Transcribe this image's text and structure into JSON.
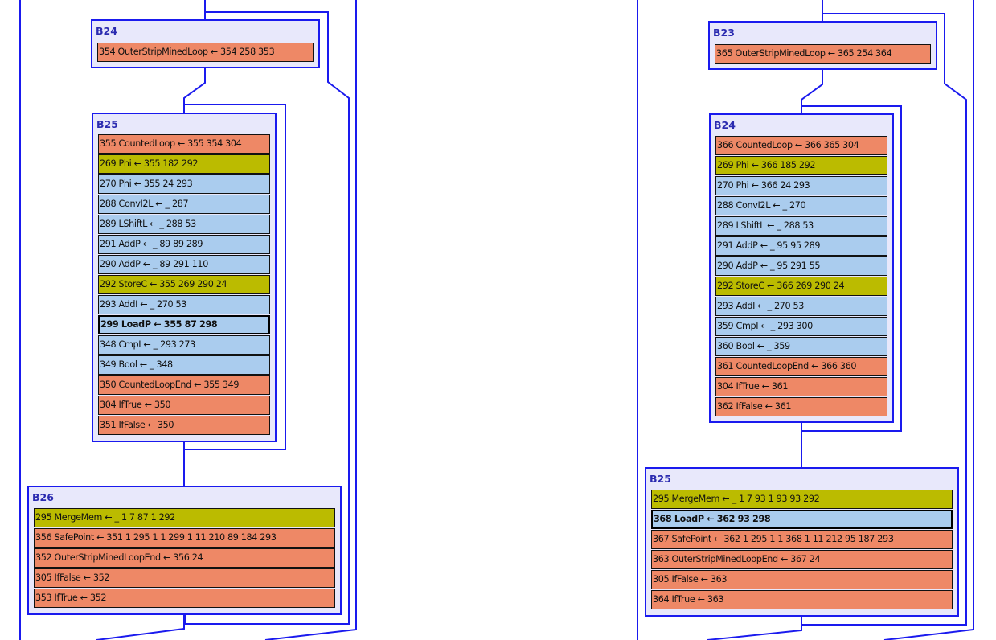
{
  "colors": {
    "edge": "#1a1aee",
    "block_bg": "#e8e8fb",
    "block_title": "#2b2bb0",
    "control": "#ee8866",
    "memory": "#bbbb00",
    "data": "#aaccee"
  },
  "arrow_symbol": "←",
  "graphs": [
    {
      "name": "left",
      "blocks": [
        {
          "id": "B24",
          "nodes": [
            {
              "text": "354 OuterStripMinedLoop ← 354  258  353",
              "kind": "control",
              "selected": false
            }
          ]
        },
        {
          "id": "B25",
          "nodes": [
            {
              "text": "355 CountedLoop ← 355  354  304",
              "kind": "control",
              "selected": false
            },
            {
              "text": "269 Phi ← 355  182  292",
              "kind": "memory",
              "selected": false
            },
            {
              "text": "270 Phi ← 355  24  293",
              "kind": "data",
              "selected": false
            },
            {
              "text": "288 ConvI2L ← _  287",
              "kind": "data",
              "selected": false
            },
            {
              "text": "289 LShiftL ← _  288  53",
              "kind": "data",
              "selected": false
            },
            {
              "text": "291 AddP ← _  89  89  289",
              "kind": "data",
              "selected": false
            },
            {
              "text": "290 AddP ← _  89  291  110",
              "kind": "data",
              "selected": false
            },
            {
              "text": "292 StoreC ← 355  269  290  24",
              "kind": "memory",
              "selected": false
            },
            {
              "text": "293 AddI ← _  270  53",
              "kind": "data",
              "selected": false
            },
            {
              "text": "299 LoadP ← 355  87  298",
              "kind": "data",
              "selected": true
            },
            {
              "text": "348 CmpI ← _  293  273",
              "kind": "data",
              "selected": false
            },
            {
              "text": "349 Bool ← _  348",
              "kind": "data",
              "selected": false
            },
            {
              "text": "350 CountedLoopEnd ← 355  349",
              "kind": "control",
              "selected": false
            },
            {
              "text": "304 IfTrue ← 350",
              "kind": "control",
              "selected": false
            },
            {
              "text": "351 IfFalse ← 350",
              "kind": "control",
              "selected": false
            }
          ]
        },
        {
          "id": "B26",
          "nodes": [
            {
              "text": "295 MergeMem ← _  1  7  87  1  292",
              "kind": "memory",
              "selected": false
            },
            {
              "text": "356 SafePoint ← 351  1  295  1  1  299  1  11  210  89  184  293",
              "kind": "control",
              "selected": false
            },
            {
              "text": "352 OuterStripMinedLoopEnd ← 356  24",
              "kind": "control",
              "selected": false
            },
            {
              "text": "305 IfFalse ← 352",
              "kind": "control",
              "selected": false
            },
            {
              "text": "353 IfTrue ← 352",
              "kind": "control",
              "selected": false
            }
          ]
        }
      ]
    },
    {
      "name": "right",
      "blocks": [
        {
          "id": "B23",
          "nodes": [
            {
              "text": "365 OuterStripMinedLoop ← 365  254  364",
              "kind": "control",
              "selected": false
            }
          ]
        },
        {
          "id": "B24",
          "nodes": [
            {
              "text": "366 CountedLoop ← 366  365  304",
              "kind": "control",
              "selected": false
            },
            {
              "text": "269 Phi ← 366  185  292",
              "kind": "memory",
              "selected": false
            },
            {
              "text": "270 Phi ← 366  24  293",
              "kind": "data",
              "selected": false
            },
            {
              "text": "288 ConvI2L ← _  270",
              "kind": "data",
              "selected": false
            },
            {
              "text": "289 LShiftL ← _  288  53",
              "kind": "data",
              "selected": false
            },
            {
              "text": "291 AddP ← _  95  95  289",
              "kind": "data",
              "selected": false
            },
            {
              "text": "290 AddP ← _  95  291  55",
              "kind": "data",
              "selected": false
            },
            {
              "text": "292 StoreC ← 366  269  290  24",
              "kind": "memory",
              "selected": false
            },
            {
              "text": "293 AddI ← _  270  53",
              "kind": "data",
              "selected": false
            },
            {
              "text": "359 CmpI ← _  293  300",
              "kind": "data",
              "selected": false
            },
            {
              "text": "360 Bool ← _  359",
              "kind": "data",
              "selected": false
            },
            {
              "text": "361 CountedLoopEnd ← 366  360",
              "kind": "control",
              "selected": false
            },
            {
              "text": "304 IfTrue ← 361",
              "kind": "control",
              "selected": false
            },
            {
              "text": "362 IfFalse ← 361",
              "kind": "control",
              "selected": false
            }
          ]
        },
        {
          "id": "B25",
          "nodes": [
            {
              "text": "295 MergeMem ← _  1  7  93  1  93  93  292",
              "kind": "memory",
              "selected": false
            },
            {
              "text": "368 LoadP ← 362  93  298",
              "kind": "data",
              "selected": true
            },
            {
              "text": "367 SafePoint ← 362  1  295  1  1  368  1  11  212  95  187  293",
              "kind": "control",
              "selected": false
            },
            {
              "text": "363 OuterStripMinedLoopEnd ← 367  24",
              "kind": "control",
              "selected": false
            },
            {
              "text": "305 IfFalse ← 363",
              "kind": "control",
              "selected": false
            },
            {
              "text": "364 IfTrue ← 363",
              "kind": "control",
              "selected": false
            }
          ]
        }
      ]
    }
  ]
}
